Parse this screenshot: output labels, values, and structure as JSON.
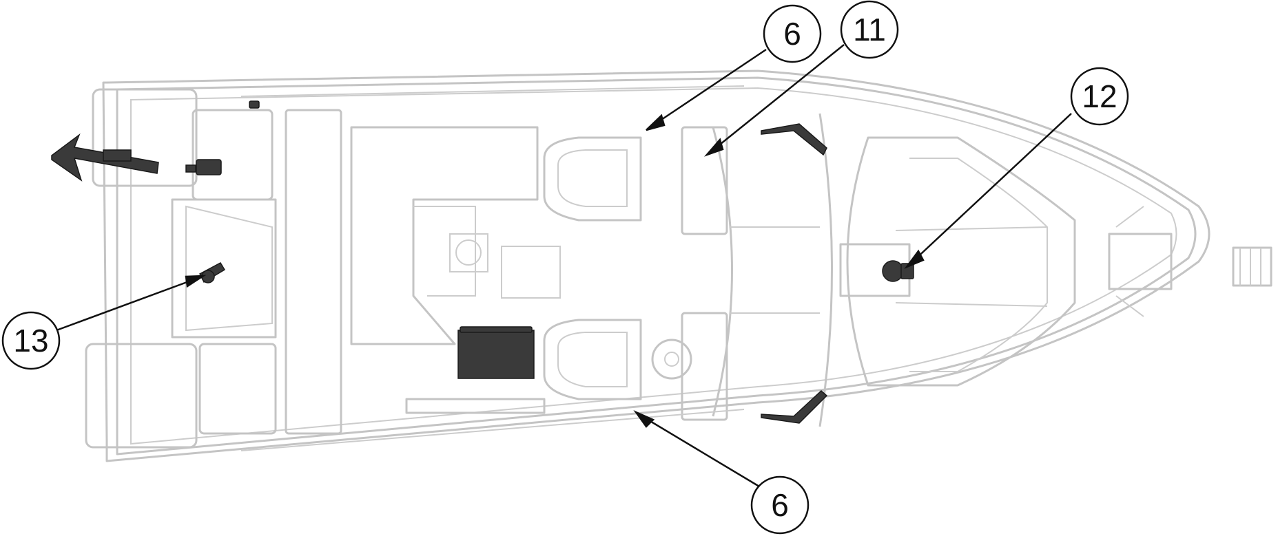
{
  "callouts": [
    {
      "id": "c6_top",
      "label": "6"
    },
    {
      "id": "c11",
      "label": "11"
    },
    {
      "id": "c12",
      "label": "12"
    },
    {
      "id": "c13",
      "label": "13"
    },
    {
      "id": "c6_bottom",
      "label": "6"
    }
  ],
  "colors": {
    "hull_outline": "#c4c4c4",
    "dark_part": "#3a3a3a",
    "callout_stroke": "#111111",
    "background": "#ffffff"
  },
  "icons": {
    "anchor": "anchor-icon",
    "cleat": "cleat-icon",
    "wiper": "wiper-icon",
    "horn": "horn-icon"
  }
}
